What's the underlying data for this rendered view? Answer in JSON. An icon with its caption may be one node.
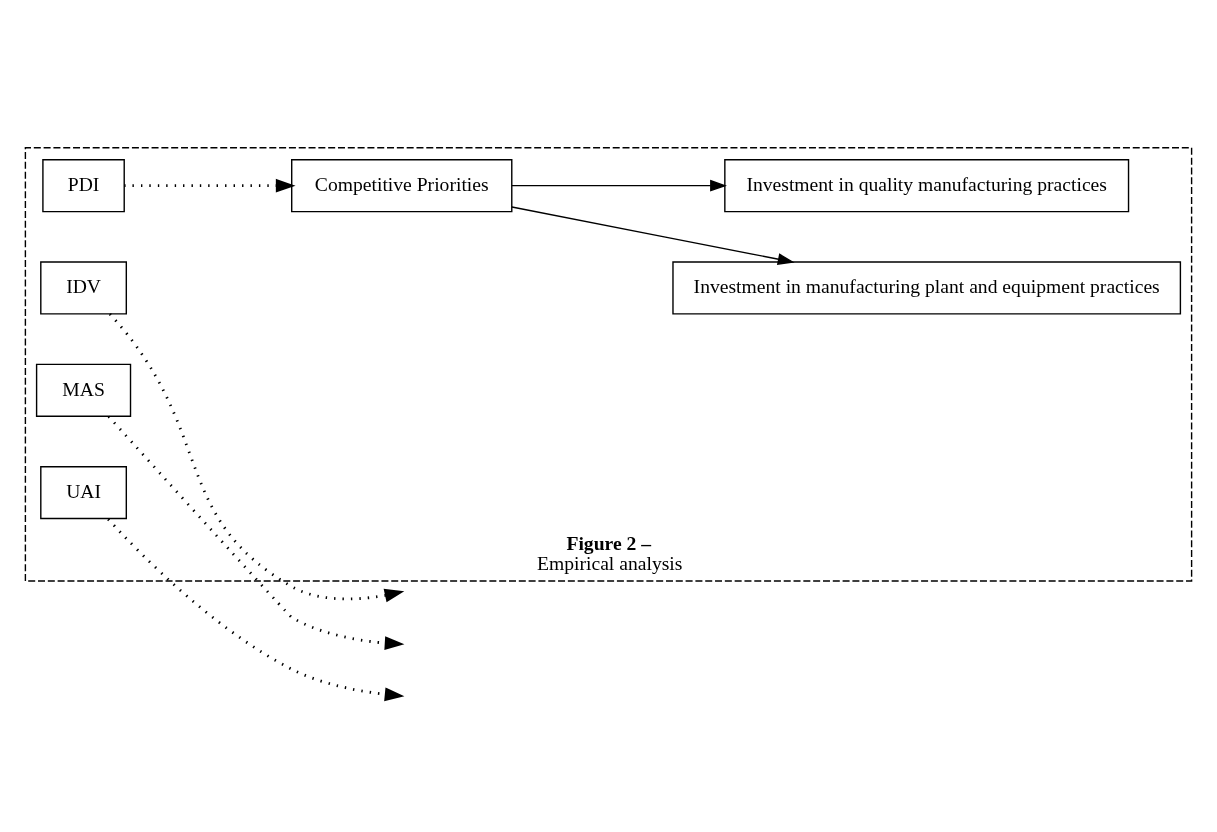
{
  "diagram": {
    "title": "Figure 2 –",
    "caption": "Empirical analysis",
    "nodes": [
      {
        "text": [],
        "shape": "box"
      },
      {
        "text": [
          "Competitive Priorities"
        ],
        "in": 0
      },
      {
        "text": [
          "Investment in manufacturing plant and equipment practices"
        ],
        "in": 0
      },
      {
        "text": [
          "Investment in quality manufacturing practices"
        ],
        "in": 0
      },
      {
        "text": [
          "PDI"
        ],
        "in": 0
      },
      {
        "text": [
          "IDV"
        ],
        "in": 0
      },
      {
        "text": [
          "MAS"
        ],
        "in": 0
      },
      {
        "text": [
          "UAI"
        ],
        "in": 0
      }
    ],
    "edges": [
      {
        "from": 1,
        "to": 2,
        "arrow": "to"
      },
      {
        "from": 1,
        "to": 3,
        "arrow": "to"
      },
      {
        "from": 4,
        "to": 1,
        "arrow": "to",
        "style": "dashed"
      },
      {
        "from": 5,
        "to": null,
        "arrow": "to",
        "style": "dashed"
      },
      {
        "from": 6,
        "to": null,
        "arrow": "to",
        "style": "dashed"
      },
      {
        "from": 7,
        "to": null,
        "arrow": "to",
        "style": "dashed"
      }
    ]
  }
}
